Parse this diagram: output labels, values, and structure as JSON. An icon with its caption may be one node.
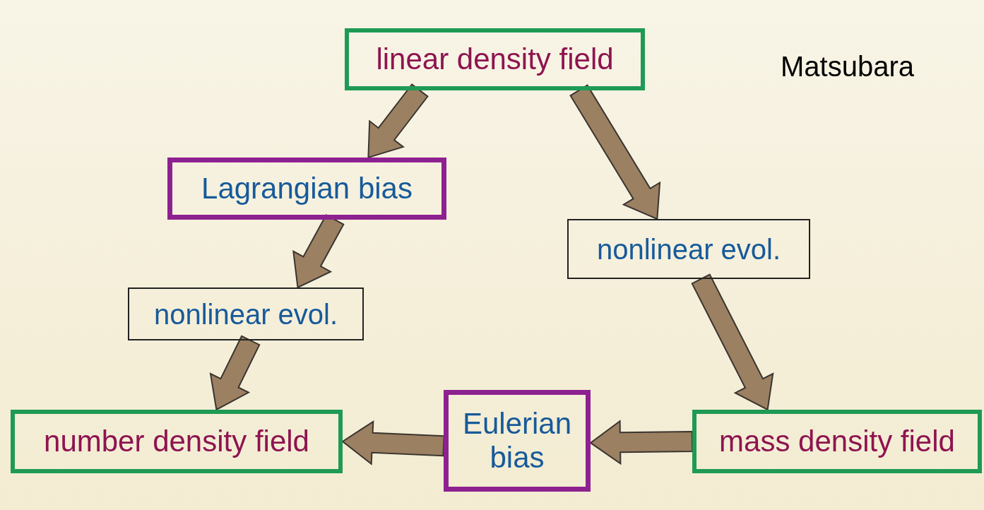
{
  "diagram": {
    "nodes": [
      {
        "text": [
          "linear density field"
        ]
      },
      {
        "text": [
          "Lagrangian bias"
        ]
      },
      {
        "text": [
          "nonlinear evol."
        ]
      },
      {
        "text": [
          "nonlinear evol."
        ]
      },
      {
        "text": [
          "number density field"
        ]
      },
      {
        "text": [
          "Eulerian bias"
        ]
      },
      {
        "text": [
          "mass density field"
        ]
      }
    ],
    "edges": [
      {
        "from": 0,
        "to": 1,
        "arrow": "to"
      },
      {
        "from": 0,
        "to": 3,
        "arrow": "to"
      },
      {
        "from": 1,
        "to": 2,
        "arrow": "to"
      },
      {
        "from": 2,
        "to": 4,
        "arrow": "to"
      },
      {
        "from": 3,
        "to": 6,
        "arrow": "to"
      },
      {
        "from": 6,
        "to": 5,
        "arrow": "to"
      },
      {
        "from": 5,
        "to": 4,
        "arrow": "to"
      }
    ],
    "labels": [
      "Matsubara"
    ]
  }
}
